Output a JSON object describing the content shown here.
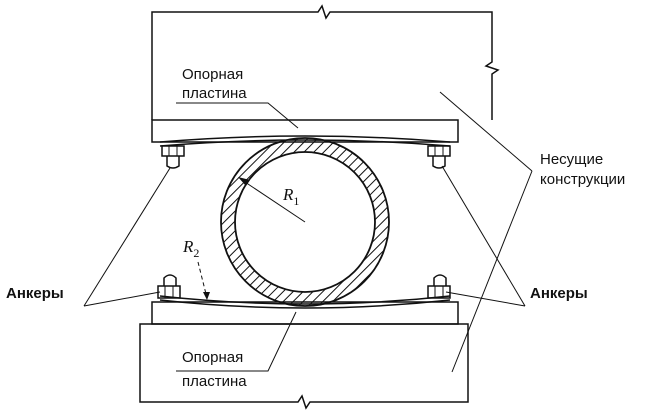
{
  "labels": {
    "top_plate_line1": "Опорная",
    "top_plate_line2": "пластина",
    "bottom_plate_line1": "Опорная",
    "bottom_plate_line2": "пластина",
    "bearing_line1": "Несущие",
    "bearing_line2": "конструкции",
    "anchors_left": "Анкеры",
    "anchors_right": "Анкеры",
    "r1_letter": "R",
    "r1_sub": "1",
    "r2_letter": "R",
    "r2_sub": "2"
  }
}
